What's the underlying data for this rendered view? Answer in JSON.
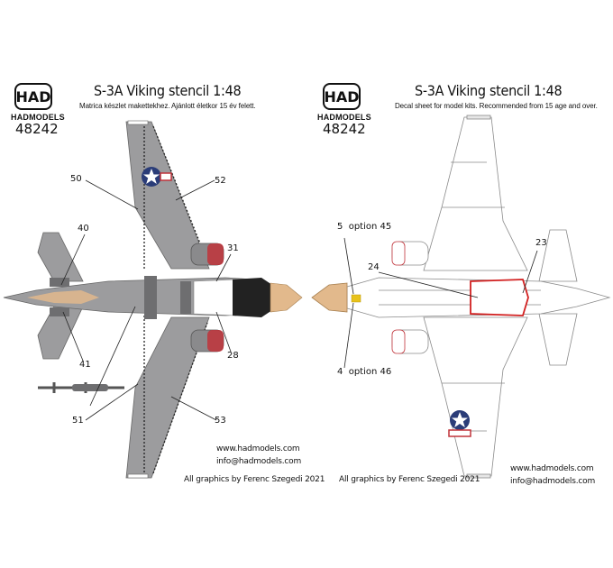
{
  "left_sheet": {
    "logo_text": "HAD",
    "brand": "HADMODELS",
    "product_code": "48242",
    "title": "S-3A Viking stencil 1:48",
    "subtitle": "Matrica készlet makettekhez. Ajánlott életkor 15 év felett.",
    "callouts": [
      "50",
      "52",
      "40",
      "31",
      "41",
      "28",
      "51",
      "53"
    ],
    "website": "www.hadmodels.com",
    "email": "info@hadmodels.com",
    "credit": "All graphics by Ferenc Szegedi 2021"
  },
  "right_sheet": {
    "logo_text": "HAD",
    "brand": "HADMODELS",
    "product_code": "48242",
    "title": "S-3A Viking stencil 1:48",
    "subtitle": "Decal sheet for model kits. Recommended from 15 age and over.",
    "callouts": [
      "5  option 45",
      "24",
      "23",
      "4  option 46"
    ],
    "website": "www.hadmodels.com",
    "email": "info@hadmodels.com",
    "credit": "All graphics by Ferenc Szegedi 2021"
  },
  "colors": {
    "aircraft_gray": "#9c9c9e",
    "aircraft_dark_gray": "#6e6e70",
    "canopy": "#222222",
    "radome": "#e2b98c",
    "intake_red": "#c0333a",
    "insignia_blue": "#2a3c78",
    "stripe_red": "#c0333a",
    "highlight_red": "#d22020",
    "yellow_panel": "#e8c21a",
    "outline": "#8a8a8a"
  }
}
